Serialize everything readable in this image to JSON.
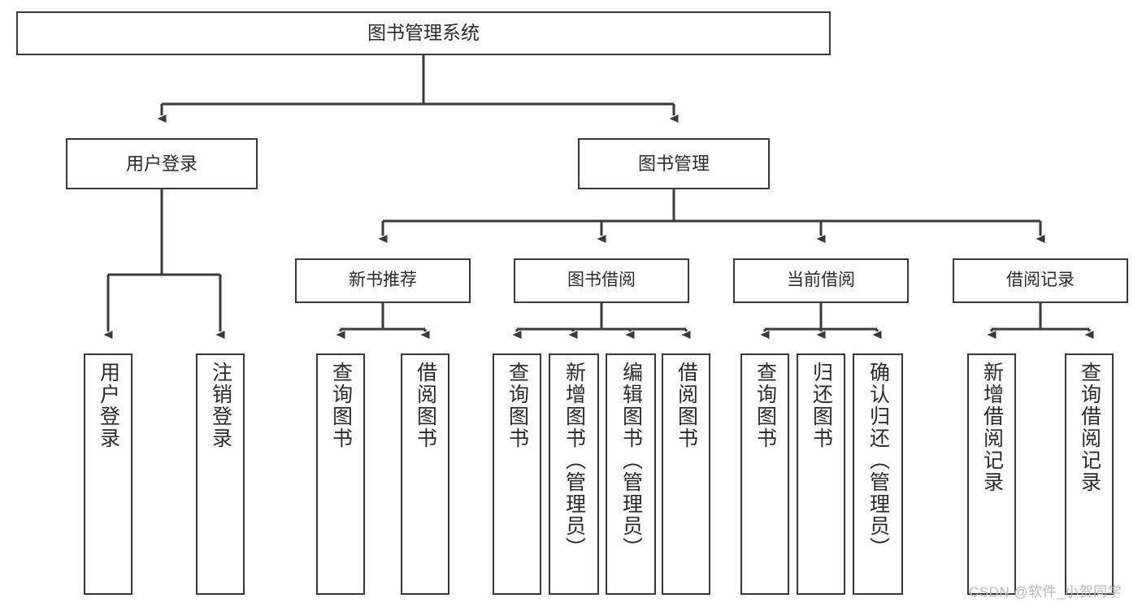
{
  "diagram": {
    "title": "图书管理系统",
    "type": "functional-structure-tree",
    "colors": {
      "box_border": "#3a3a3a",
      "box_fill": "#ffffff",
      "connector": "#3a3a3a",
      "text": "#2b2b2b",
      "watermark": "#b9b9b9"
    },
    "root": {
      "label": "图书管理系统"
    },
    "level2": [
      {
        "label": "用户登录"
      },
      {
        "label": "图书管理"
      }
    ],
    "level3": [
      {
        "label": "新书推荐"
      },
      {
        "label": "图书借阅"
      },
      {
        "label": "当前借阅"
      },
      {
        "label": "借阅记录"
      }
    ],
    "leaves": {
      "user_login": [
        {
          "label": "用户登录"
        },
        {
          "label": "注销登录"
        }
      ],
      "new_book": [
        {
          "label": "查询图书"
        },
        {
          "label": "借阅图书"
        }
      ],
      "book_borrow": [
        {
          "label": "查询图书"
        },
        {
          "label": "新增图书（管理员）"
        },
        {
          "label": "编辑图书（管理员）"
        },
        {
          "label": "借阅图书"
        }
      ],
      "current_borrow": [
        {
          "label": "查询图书"
        },
        {
          "label": "归还图书"
        },
        {
          "label": "确认归还（管理员）"
        }
      ],
      "borrow_record": [
        {
          "label": "新增借阅记录"
        },
        {
          "label": "查询借阅记录"
        }
      ]
    }
  },
  "watermark": {
    "text": "CSDN @软件_小贺同学"
  }
}
